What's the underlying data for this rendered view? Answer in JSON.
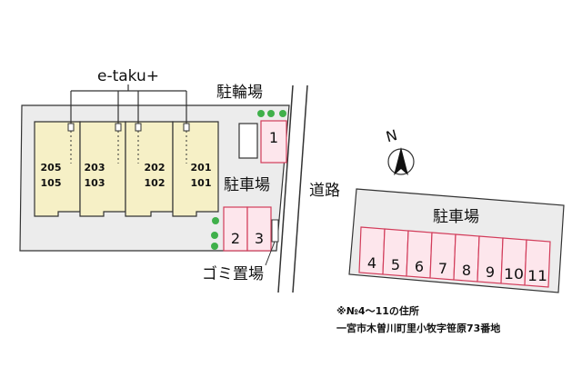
{
  "building_name": "e-taku+",
  "units": [
    {
      "top": "205",
      "bottom": "105"
    },
    {
      "top": "203",
      "bottom": "103"
    },
    {
      "top": "202",
      "bottom": "102"
    },
    {
      "top": "201",
      "bottom": "101"
    }
  ],
  "bicycle_parking_label": "駐輪場",
  "parking_label": "駐車場",
  "road_label": "道路",
  "garbage_label": "ゴミ置場",
  "compass_label": "N",
  "parking_spaces_site": [
    "1",
    "2",
    "3"
  ],
  "offsite_parking_label": "駐車場",
  "offsite_spaces": [
    "4",
    "5",
    "6",
    "7",
    "8",
    "9",
    "10",
    "11"
  ],
  "note_line1": "※№4～11の住所",
  "note_line2": "一宮市木曽川町里小牧字笹原73番地",
  "colors": {
    "lot": "#ececec",
    "building": "#f6f0c6",
    "parking_fill": "#fde6ec",
    "parking_line": "#d23c5a",
    "tree": "#3fb04a",
    "outline": "#333333"
  }
}
